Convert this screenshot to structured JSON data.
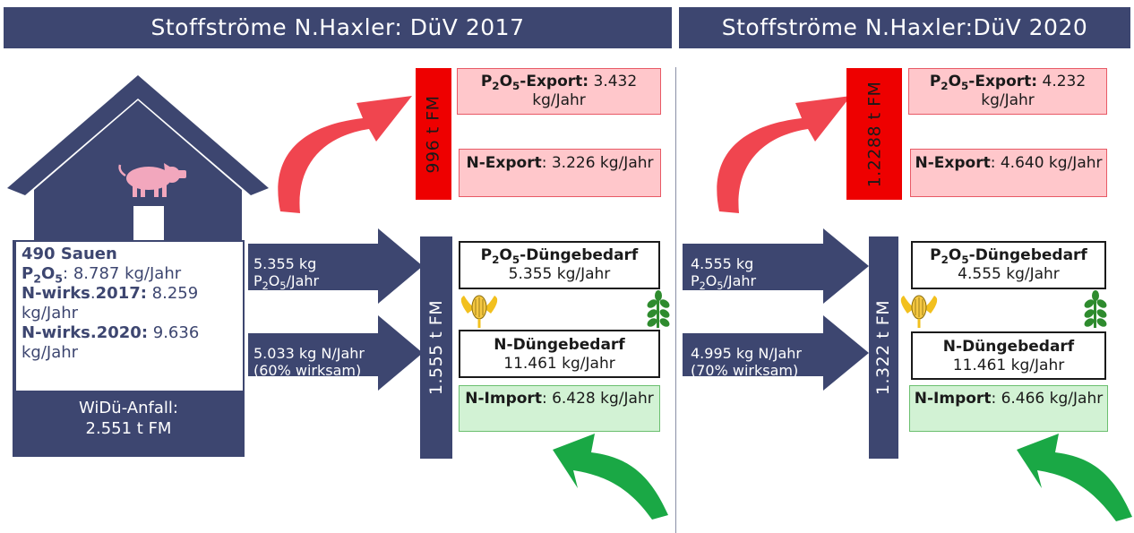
{
  "left": {
    "title": "Stoffströme N.Haxler: DüV 2017",
    "farm": {
      "sows": "490 Sauen",
      "p2o5_value": ": 8.787 kg/Jahr",
      "n2017_label": "N-wirks",
      "n2017_dot": ".",
      "n2017_year": "2017:",
      "n2017_value": " 8.259 kg/Jahr",
      "n2020_label": "N-wirks.2020:",
      "n2020_value": " 9.636 kg/Jahr",
      "manure_label": "WiDü-Anfall:",
      "manure_value": "2.551 t FM"
    },
    "export_fm": "996 t FM",
    "p_export_value": " 3.432 kg/Jahr",
    "n_export_label": "N-Export",
    "n_export_value": ": 3.226 kg/Jahr",
    "arrow_p_line1": "5.355 kg",
    "arrow_p_unit": "/Jahr",
    "arrow_n_line1": "5.033 kg N/Jahr",
    "arrow_n_line2": "(60% wirksam)",
    "field_fm": "1.555 t FM",
    "p_need_label": "-Düngebedarf",
    "p_need_value": "5.355 kg/Jahr",
    "n_need_label": "N-Düngebedarf",
    "n_need_value": "11.461 kg/Jahr",
    "n_import_label": "N-Import",
    "n_import_value": ": 6.428 kg/Jahr"
  },
  "right": {
    "title": "Stoffströme N.Haxler:DüV 2020",
    "export_fm": "1.2288 t FM",
    "p_export_value": " 4.232 kg/Jahr",
    "n_export_label": "N-Export",
    "n_export_value": ": 4.640 kg/Jahr",
    "arrow_p_line1": "4.555 kg",
    "arrow_p_unit": "/Jahr",
    "arrow_n_line1": "4.995 kg N/Jahr",
    "arrow_n_line2": "(70% wirksam)",
    "field_fm": "1.322 t FM",
    "p_need_label": "-Düngebedarf",
    "p_need_value": "4.555 kg/Jahr",
    "n_need_label": "N-Düngebedarf",
    "n_need_value": "11.461 kg/Jahr",
    "n_import_label": "N-Import",
    "n_import_value": ": 6.466 kg/Jahr"
  },
  "chem": {
    "p": "P",
    "p_sub": "2",
    "o": "O",
    "o_sub": "5",
    "export_suffix": "-Export:"
  },
  "colors": {
    "navy": "#3d4670",
    "red_box": "#ee0000",
    "export_fill": "#ffc7cb",
    "import_fill": "#d2f2d4",
    "red_arrow": "#f0454f",
    "green_arrow": "#1aa845",
    "pig": "#f2a7bd",
    "plant": "#2e8b2e",
    "corn": "#f2c01e"
  },
  "icons": [
    "barn-icon",
    "pig-icon",
    "corn-icon",
    "plant-icon",
    "red-curved-arrow",
    "green-curved-arrow"
  ]
}
